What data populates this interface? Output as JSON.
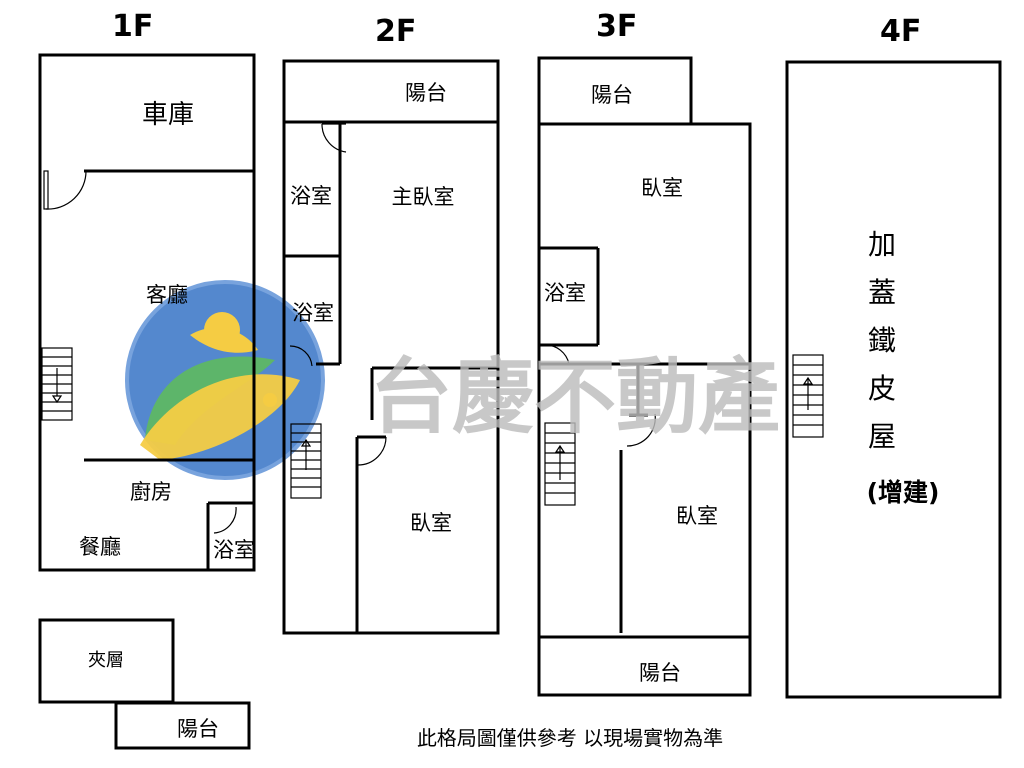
{
  "floors": {
    "f1": "1F",
    "f2": "2F",
    "f3": "3F",
    "f4": "4F"
  },
  "rooms": {
    "f1_garage": "車庫",
    "f1_living": "客廳",
    "f1_kitchen": "廚房",
    "f1_dining": "餐廳",
    "f1_bath": "浴室",
    "f1_mezzanine": "夾層",
    "f1_balcony": "陽台",
    "f2_balcony": "陽台",
    "f2_bath1": "浴室",
    "f2_bath2": "浴室",
    "f2_master": "主臥室",
    "f2_bedroom": "臥室",
    "f3_balcony_top": "陽台",
    "f3_bedroom1": "臥室",
    "f3_bath": "浴室",
    "f3_bedroom2": "臥室",
    "f3_balcony_bottom": "陽台",
    "f4_lines": [
      "加",
      "蓋",
      "鐵",
      "皮",
      "屋",
      "(增建)"
    ]
  },
  "watermark": {
    "brand": "台慶不動產",
    "colors": {
      "blue": "#2f6fc4",
      "yellow": "#f3c21b",
      "green": "#3aa54a",
      "text": "#bdbdbd"
    }
  },
  "footer_note": "此格局圖僅供參考 以現場實物為準"
}
